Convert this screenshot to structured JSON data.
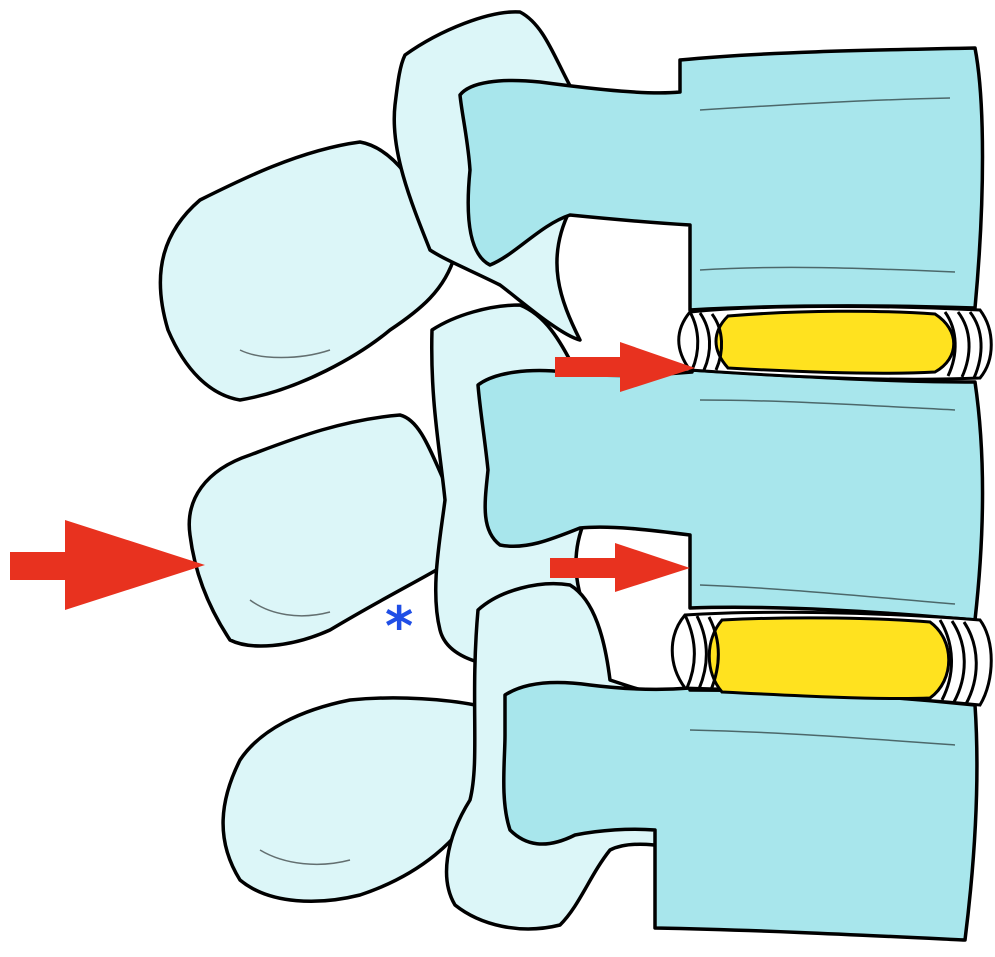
{
  "figure": {
    "annotation_marker": "*",
    "colors": {
      "background": "#ffffff",
      "vertebral_body": "#a8e6ec",
      "posterior_elements": "#dcf6f8",
      "nucleus": "#ffe21f",
      "annulus": "#ffffff",
      "arrow": "#e8321f",
      "marker": "#1f4ee6",
      "outline": "#000000"
    },
    "parts": [
      {
        "id": "vertebral-body-upper"
      },
      {
        "id": "vertebral-body-middle"
      },
      {
        "id": "vertebral-body-lower"
      },
      {
        "id": "intervertebral-disc-upper"
      },
      {
        "id": "intervertebral-disc-lower"
      },
      {
        "id": "spinous-process-upper"
      },
      {
        "id": "spinous-process-middle"
      },
      {
        "id": "spinous-process-lower"
      }
    ],
    "arrows": [
      {
        "id": "large-arrow",
        "direction": "right"
      },
      {
        "id": "small-arrow-upper",
        "direction": "right"
      },
      {
        "id": "small-arrow-lower",
        "direction": "right"
      }
    ]
  }
}
